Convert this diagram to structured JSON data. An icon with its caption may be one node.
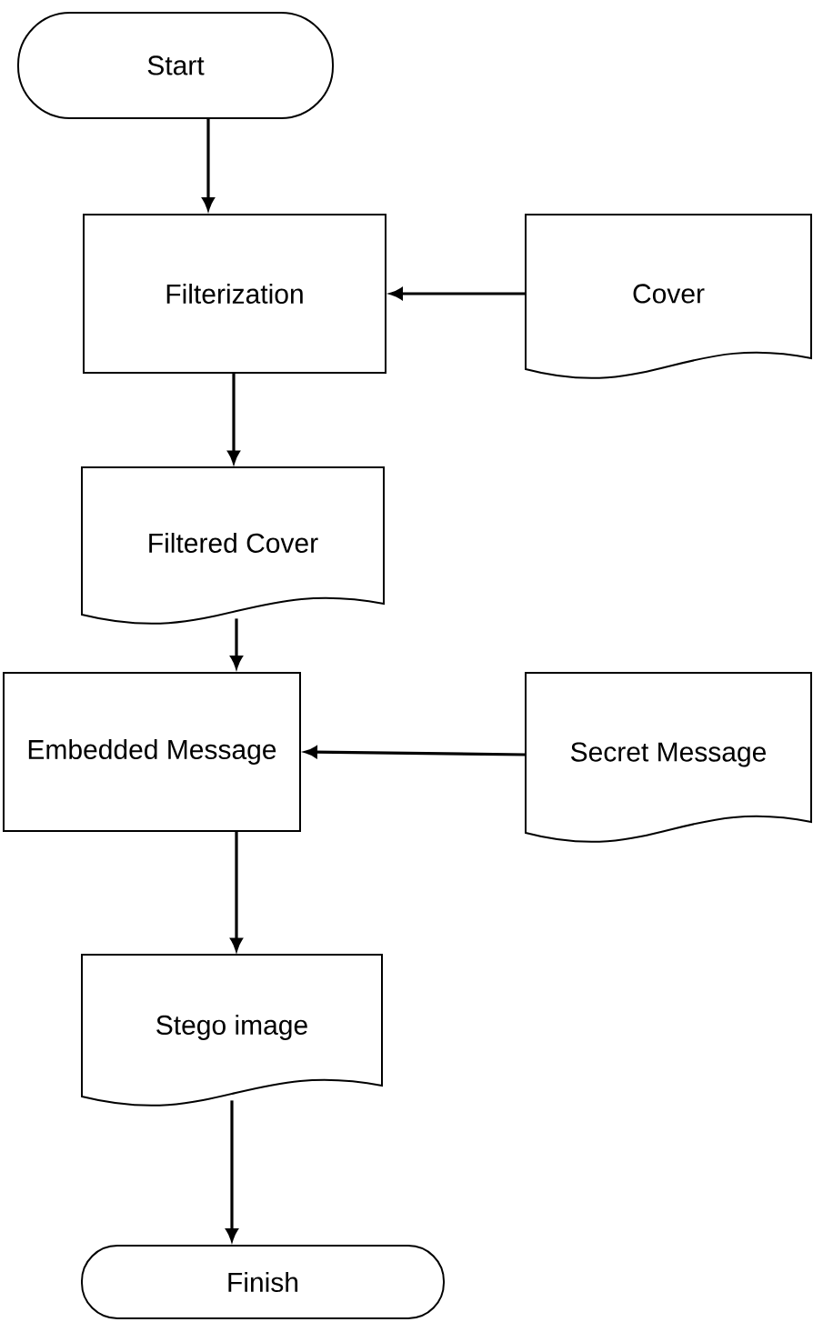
{
  "diagram": {
    "nodes": [
      {
        "text": [
          "Start"
        ]
      },
      {
        "text": [
          "Filterization"
        ]
      },
      {
        "text": [
          "Cover"
        ]
      },
      {
        "text": [
          "Filtered Cover"
        ]
      },
      {
        "text": [
          "Embedded Message"
        ]
      },
      {
        "text": [
          "Secret Message"
        ]
      },
      {
        "text": [
          "Stego image"
        ]
      },
      {
        "text": [
          "Finish"
        ]
      }
    ],
    "edges": [
      {
        "from": 0,
        "to": 1,
        "arrow": "to"
      },
      {
        "from": 2,
        "to": 1,
        "arrow": "to"
      },
      {
        "from": 1,
        "to": 3,
        "arrow": "to"
      },
      {
        "from": 3,
        "to": 4,
        "arrow": "to"
      },
      {
        "from": 5,
        "to": 4,
        "arrow": "to"
      },
      {
        "from": 4,
        "to": 6,
        "arrow": "to"
      },
      {
        "from": 6,
        "to": 7,
        "arrow": "to"
      }
    ]
  }
}
